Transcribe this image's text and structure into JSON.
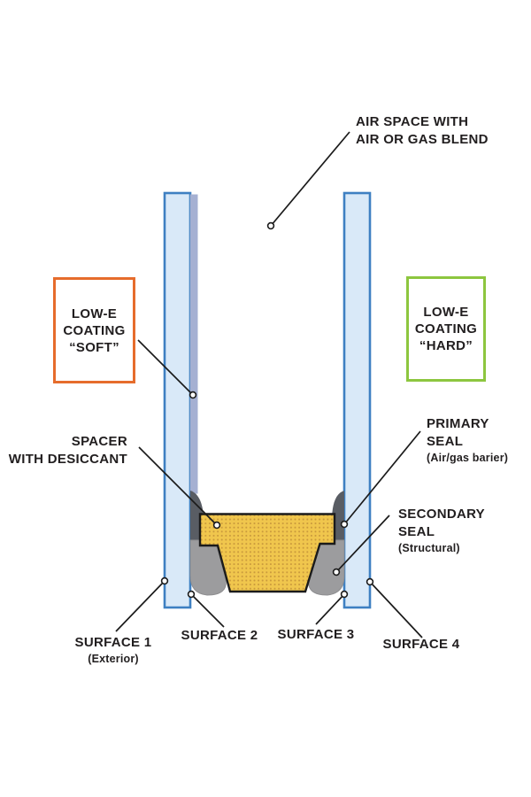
{
  "colors": {
    "glass_fill": "#d9e9f8",
    "glass_border": "#3e80c2",
    "soft_coating_stripe": "#a5b0d2",
    "soft_box_border": "#e66c2c",
    "hard_box_border": "#8dc63f",
    "spacer_fill": "#f0c64d",
    "spacer_dots": "#c9993c",
    "spacer_outline": "#1b1b1b",
    "primary_seal_gray": "#595d64",
    "secondary_seal_gray": "#9c9c9e",
    "leader_line": "#1b1b1b",
    "text": "#211e1f"
  },
  "labels": {
    "air_space": {
      "l1": "AIR SPACE WITH",
      "l2": "AIR OR GAS BLEND"
    },
    "low_e_soft": {
      "l1": "LOW-E",
      "l2": "COATING",
      "l3": "“SOFT”"
    },
    "low_e_hard": {
      "l1": "LOW-E",
      "l2": "COATING",
      "l3": "“HARD”"
    },
    "spacer": {
      "l1": "SPACER",
      "l2": "WITH DESICCANT"
    },
    "primary_seal": {
      "l1": "PRIMARY",
      "l2": "SEAL",
      "l3": "(Air/gas barier)"
    },
    "secondary_seal": {
      "l1": "SECONDARY",
      "l2": "SEAL",
      "l3": "(Structural)"
    },
    "surface_1": {
      "l1": "SURFACE 1",
      "l2": "(Exterior)"
    },
    "surface_2": {
      "l1": "SURFACE 2"
    },
    "surface_3": {
      "l1": "SURFACE 3"
    },
    "surface_4": {
      "l1": "SURFACE 4"
    }
  }
}
